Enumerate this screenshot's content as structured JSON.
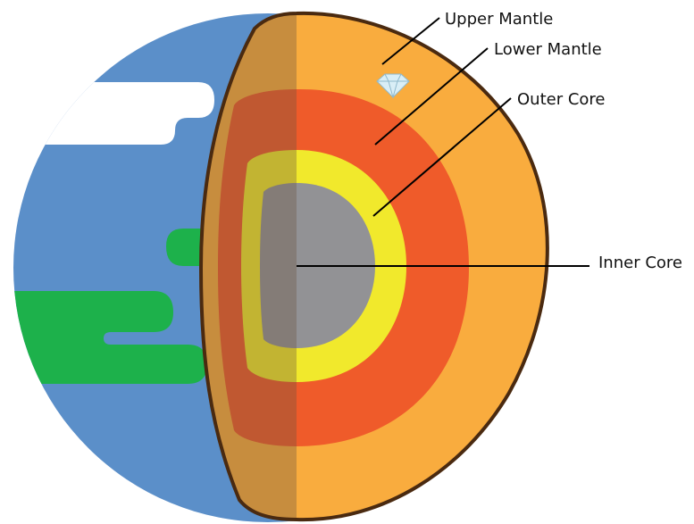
{
  "labels": {
    "upper_mantle": "Upper Mantle",
    "lower_mantle": "Lower Mantle",
    "outer_core": "Outer Core",
    "inner_core": "Inner Core"
  },
  "colors": {
    "ocean": "#5b8fc9",
    "land": "#1db14b",
    "cloud": "#ffffff",
    "upper_mantle": "#f9ac3e",
    "lower_mantle": "#ef5b2a",
    "outer_core": "#f1e92c",
    "inner_core": "#929295",
    "outline": "#4a2a10",
    "leader_line": "#000000"
  },
  "icons": {
    "diamond": "diamond-icon"
  }
}
